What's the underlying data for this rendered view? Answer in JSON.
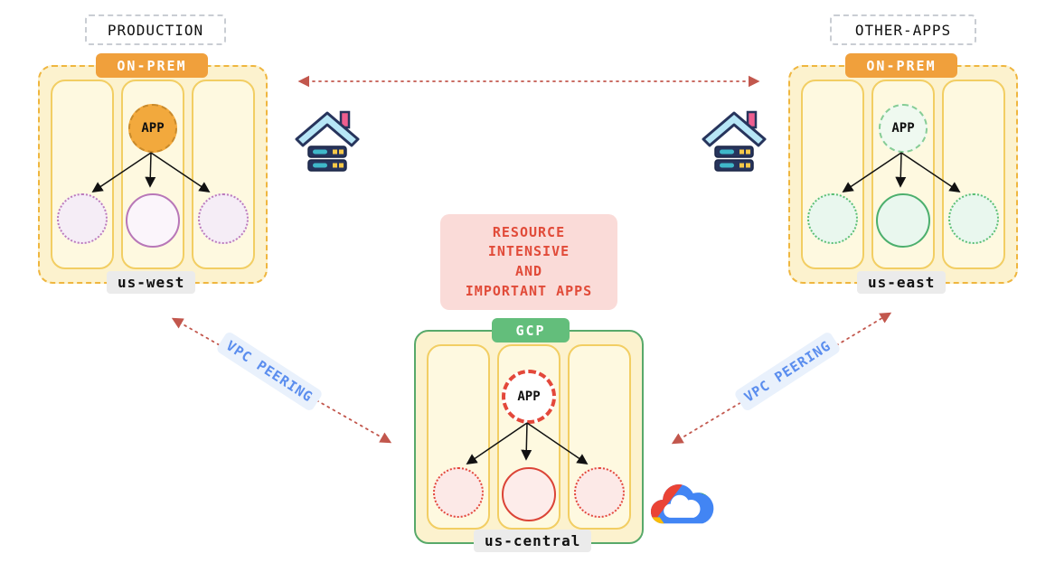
{
  "diagram": {
    "production": {
      "title": "PRODUCTION",
      "badge": "ON-PREM",
      "app_label": "APP",
      "region": "us-west"
    },
    "other_apps": {
      "title": "OTHER-APPS",
      "badge": "ON-PREM",
      "app_label": "APP",
      "region": "us-east"
    },
    "gcp": {
      "badge": "GCP",
      "app_label": "APP",
      "region": "us-central"
    },
    "note": {
      "lines": [
        "RESOURCE",
        "INTENSIVE",
        "AND",
        "IMPORTANT APPS"
      ]
    },
    "peering": {
      "left_label": "VPC PEERING",
      "right_label": "VPC PEERING"
    },
    "icons": {
      "left": "onprem-datacenter-icon",
      "right": "onprem-datacenter-icon",
      "cloud": "google-cloud-logo"
    },
    "colors": {
      "onprem_orange": "#F0A03C",
      "gcp_green": "#63BE7B",
      "alert_red": "#E3483B",
      "node_purple": "#B877B8",
      "node_green": "#4CAF6D",
      "peering_blue": "#5A8DEE",
      "connector_red": "#C2574D",
      "lane_yellow": "#F2CE63",
      "cluster_fill": "#FCF2CE"
    }
  }
}
